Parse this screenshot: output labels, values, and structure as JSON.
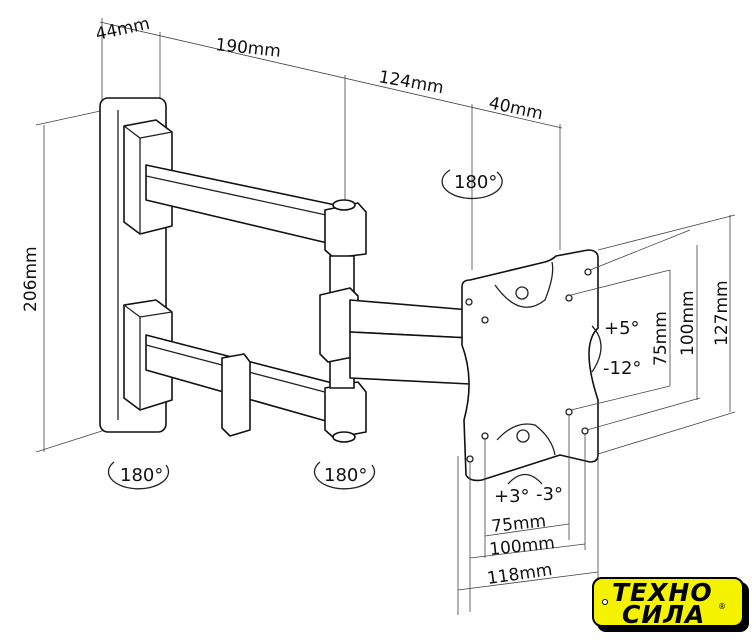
{
  "dimensions": {
    "depth_wall": "44mm",
    "arm_1": "190mm",
    "arm_2": "124mm",
    "plate_depth": "40mm",
    "height_wall": "206mm",
    "vesa_v_75": "75mm",
    "vesa_v_100": "100mm",
    "plate_height": "127mm",
    "vesa_h_75": "75mm",
    "vesa_h_100": "100mm",
    "plate_width": "118mm"
  },
  "rotations": {
    "top": "180°",
    "wall_pivot": "180°",
    "arm_pivot": "180°"
  },
  "tilt": {
    "up": "+5°",
    "down": "-12°"
  },
  "swivel": {
    "left": "+3°",
    "right": "-3°"
  },
  "logo": {
    "line1": "ТЕХНО",
    "line2": "СИЛА",
    "mark": "®",
    "color": "#f5f200"
  }
}
